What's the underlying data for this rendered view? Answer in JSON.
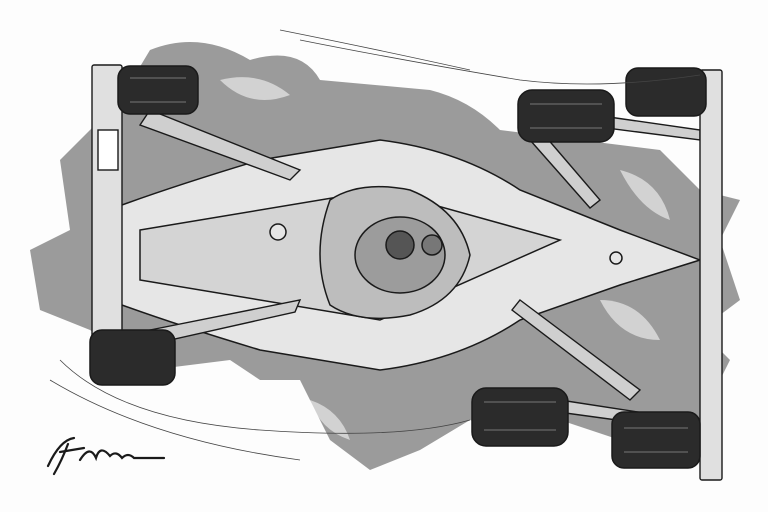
{
  "image": {
    "subject": "Top-down line-art illustration of an open-wheel race car",
    "style": "black ink line drawing with grey wash shading on white background",
    "colors": {
      "background": "#fdfdfd",
      "ink": "#1a1a1a",
      "shadow": "#8a8a8a",
      "body_light": "#e6e6e6",
      "body_mid": "#bdbdbd",
      "tire": "#2b2b2b"
    }
  },
  "signature": {
    "text": "Signature (illegible)",
    "position": "bottom-left"
  }
}
